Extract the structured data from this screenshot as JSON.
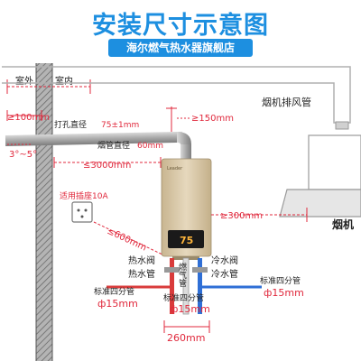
{
  "header": {
    "title": "安装尺寸示意图",
    "subtitle": "海尔燃气热水器旗舰店"
  },
  "labels": {
    "outdoor": "室外",
    "indoor": "室内",
    "flue_pipe": "烟机排风管",
    "hole_dia_label": "打孔直径",
    "hole_dia_value": "75±1mm",
    "flue_dia_label": "烟管直径",
    "flue_dia_value": "60mm",
    "socket_label": "适用插座10A",
    "hood": "烟机",
    "display": "75",
    "hot_valve": "热水阀",
    "hot_pipe": "热水管",
    "gas_pipe": "燃气管",
    "cold_valve": "冷水阀",
    "cold_pipe": "冷水管",
    "std_pipe_left": "标准四分管",
    "std_pipe_gas": "标准四分管",
    "std_pipe_right": "标准四分管",
    "phi_left": "ф15mm",
    "phi_gas": "ф15mm",
    "phi_right": "ф15mm",
    "brand": "Leader"
  },
  "dimensions": {
    "wall_out": "≥100mm",
    "top_clear": "≥150mm",
    "slope": "3°~5°",
    "to_heater": "≤3000mm",
    "right_clear": "≥300mm",
    "socket_dist": "≤600mm",
    "pipe_span": "260mm"
  },
  "colors": {
    "accent": "#1d8fe0",
    "dimension": "#e0283c",
    "hot_pipe": "#d93b3b",
    "cold_pipe": "#2f6fd6",
    "wall": "#8a8a8a",
    "heater_body": "#d7c7a8"
  }
}
